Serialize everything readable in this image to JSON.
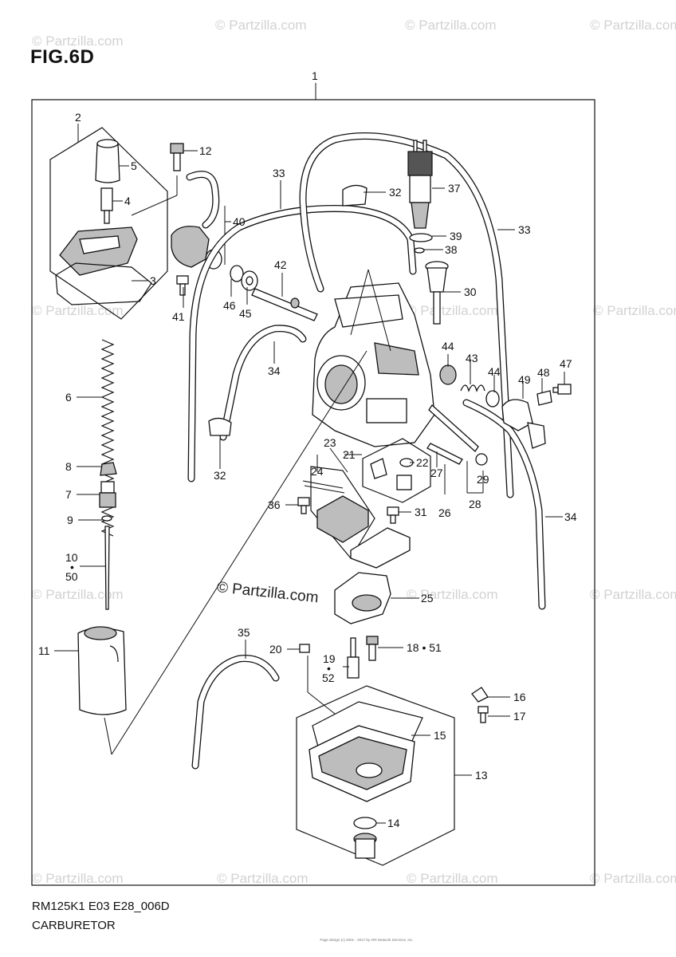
{
  "figure": {
    "title": "FIG.6D",
    "model_code": "RM125K1 E03 E28_006D",
    "section_name": "CARBURETOR",
    "page_note": "Page design (c) 2001 - 2017 by ARI Network Services, Inc."
  },
  "watermark": {
    "text": "© Partzilla.com",
    "center_text": "© Partzilla.com"
  },
  "callouts": {
    "c1": "1",
    "c2": "2",
    "c3": "3",
    "c4": "4",
    "c5": "5",
    "c6": "6",
    "c7": "7",
    "c8": "8",
    "c9": "9",
    "c10": "10",
    "c10dot": "•",
    "c50": "50",
    "c11": "11",
    "c12": "12",
    "c13": "13",
    "c14": "14",
    "c15": "15",
    "c16": "16",
    "c17": "17",
    "c18": "18 • 51",
    "c19": "19",
    "c19dot": "•",
    "c52": "52",
    "c20": "20",
    "c21": "21",
    "c22": "22",
    "c23": "23",
    "c24": "24",
    "c25": "25",
    "c26": "26",
    "c27": "27",
    "c28": "28",
    "c29": "29",
    "c30": "30",
    "c31": "31",
    "c32a": "32",
    "c32b": "32",
    "c33a": "33",
    "c33b": "33",
    "c34a": "34",
    "c34b": "34",
    "c35": "35",
    "c36": "36",
    "c37": "37",
    "c38": "38",
    "c39": "39",
    "c40": "40",
    "c41": "41",
    "c42": "42",
    "c43": "43",
    "c44a": "44",
    "c44b": "44",
    "c45": "45",
    "c46": "46",
    "c47": "47",
    "c48": "48",
    "c49": "49"
  }
}
